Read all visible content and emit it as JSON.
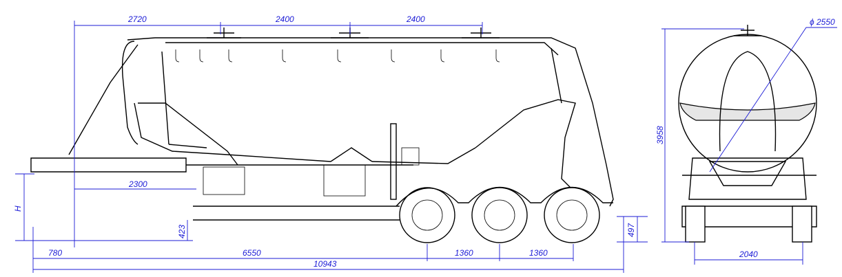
{
  "drawing": {
    "side_view": {
      "dimensions": {
        "top_left": "2720",
        "top_mid": "2400",
        "top_right": "2400",
        "kingpin_height": "2300",
        "h_label": "H",
        "ground_clearance": "423",
        "front_overhang": "780",
        "kingpin_to_axle": "6550",
        "axle_spacing_1": "1360",
        "axle_spacing_2": "1360",
        "overall_length": "10943",
        "rear_height": "497"
      }
    },
    "rear_view": {
      "dimensions": {
        "tank_diameter": "ϕ 2550",
        "overall_height": "3958",
        "track_width": "2040"
      }
    },
    "colors": {
      "dimension": "#1b1bd6",
      "outline": "#000000"
    }
  }
}
